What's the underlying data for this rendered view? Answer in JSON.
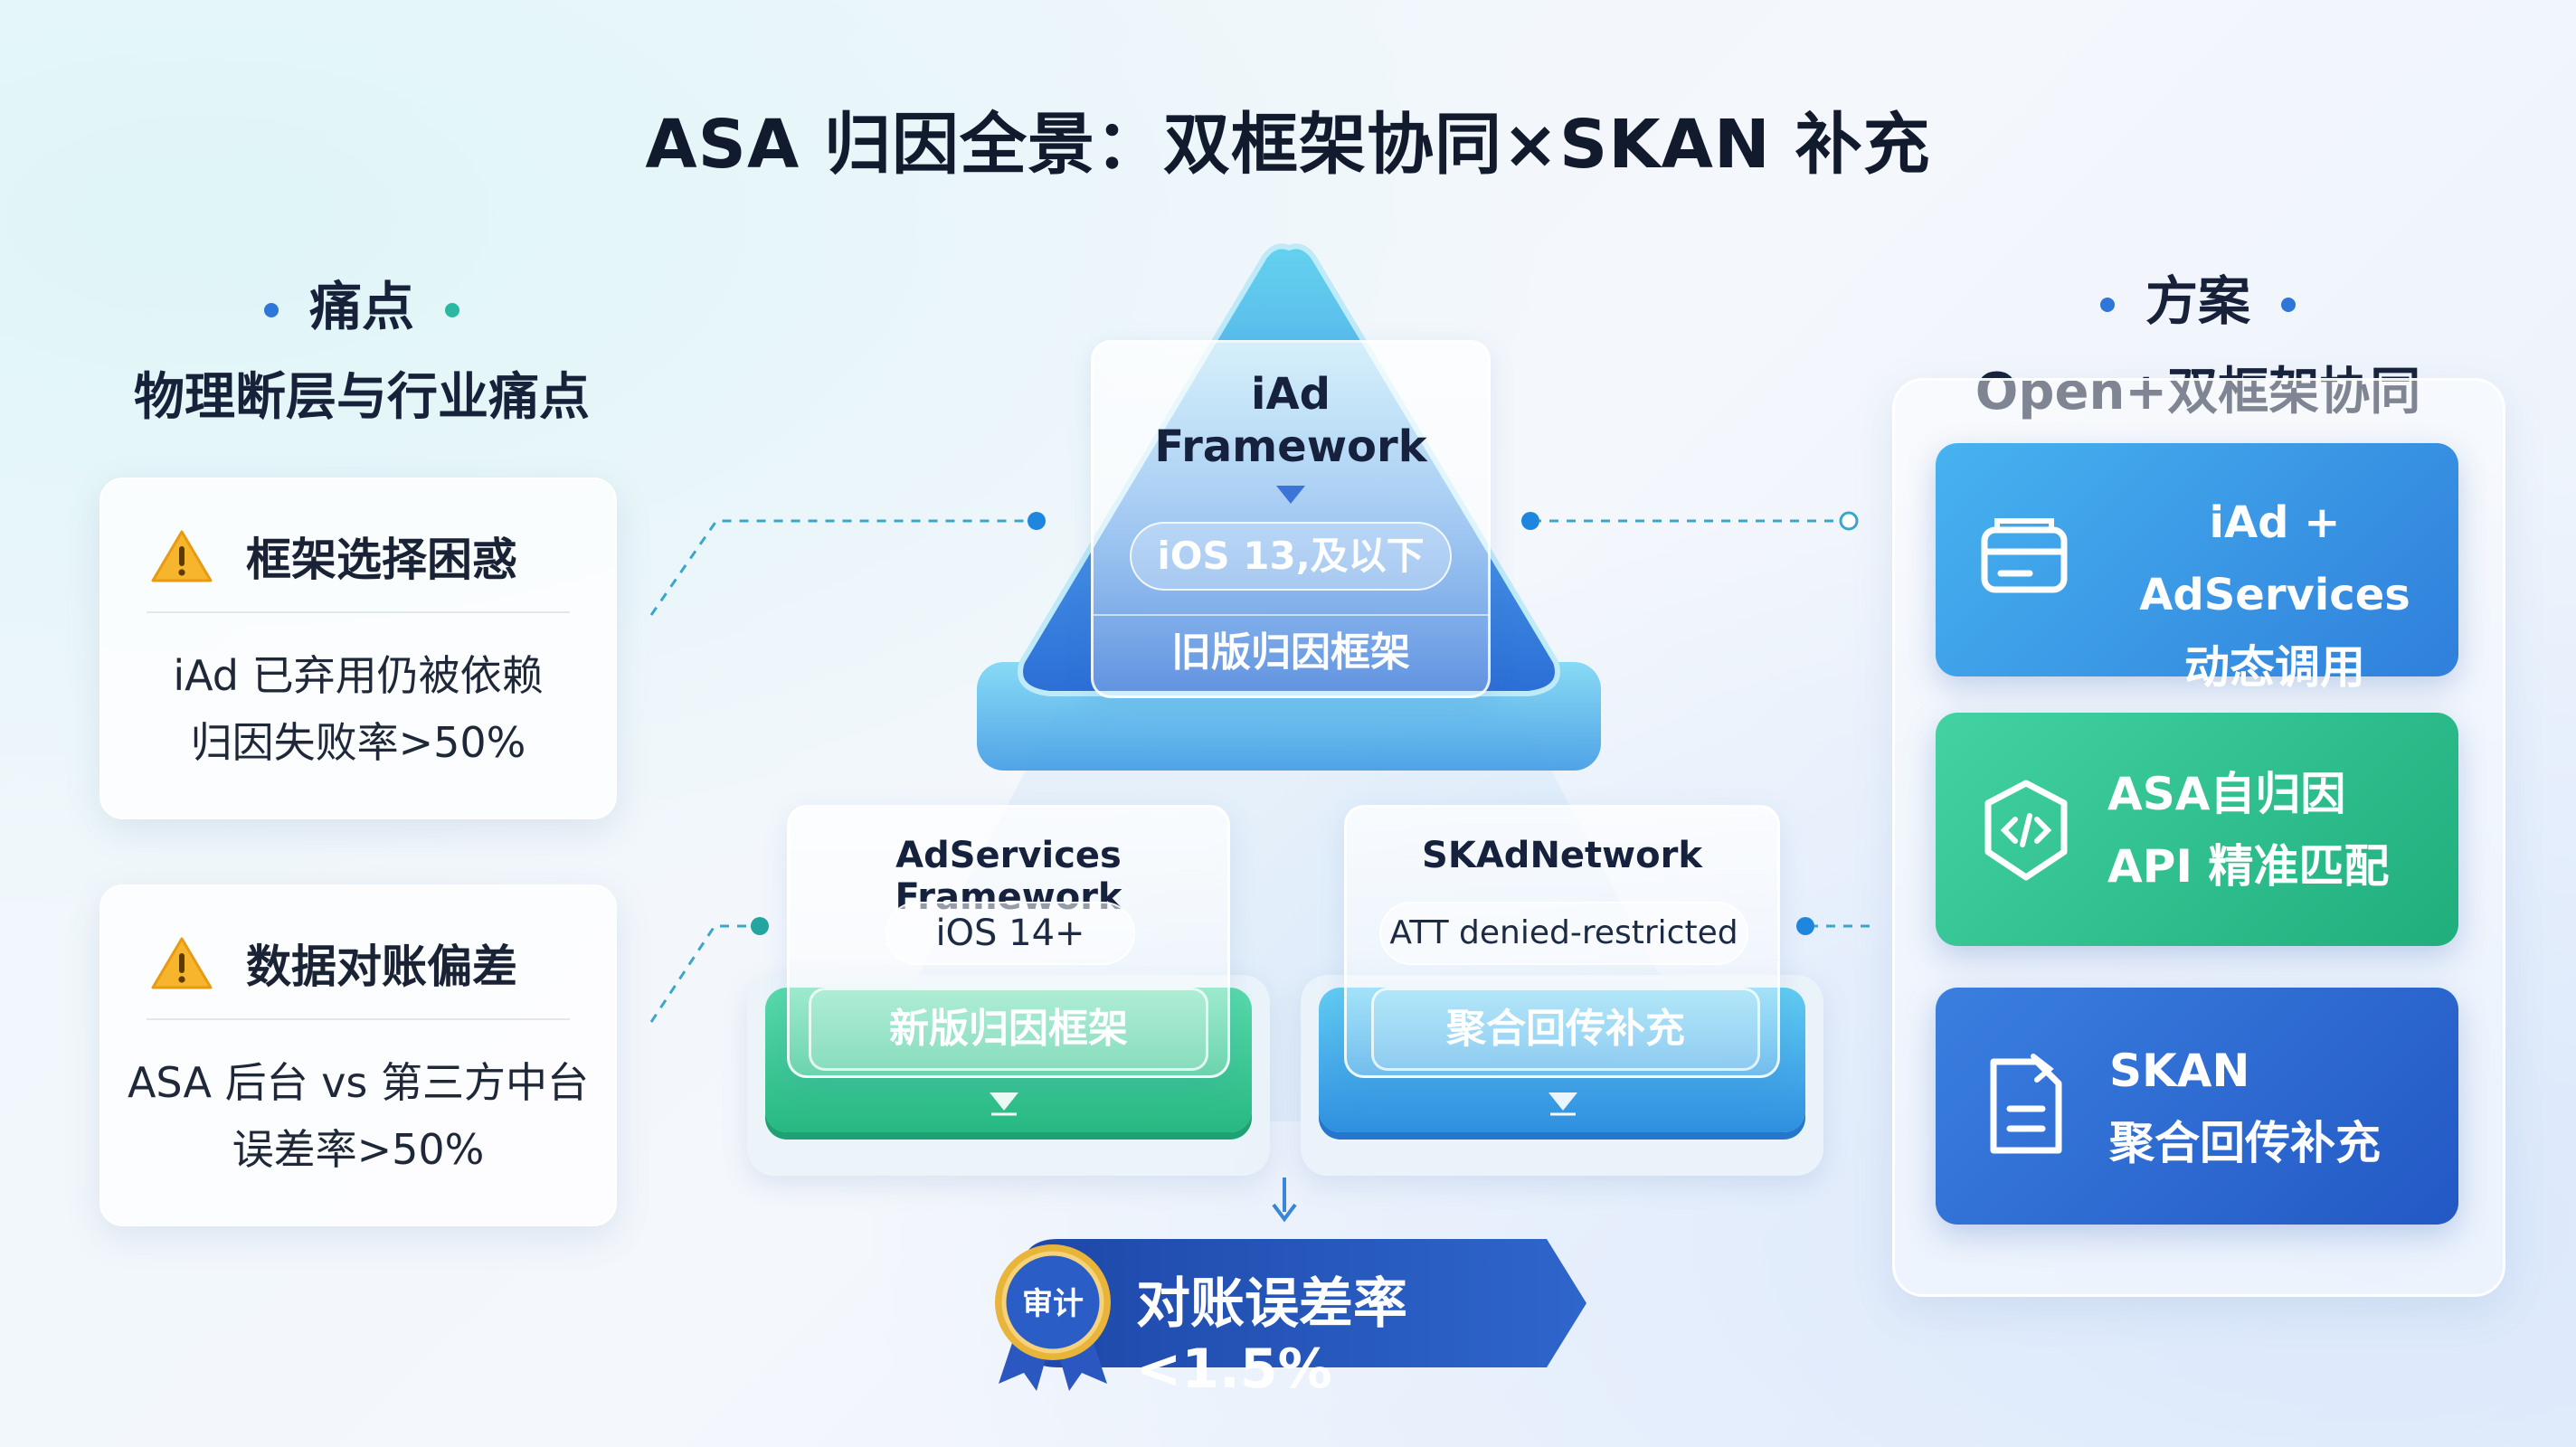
{
  "title": "ASA 归因全景：双框架协同×SKAN 补充",
  "left": {
    "heading": "痛点",
    "subheading": "物理断层与行业痛点",
    "cards": [
      {
        "title": "框架选择困惑",
        "line1": "iAd 已弃用仍被依赖",
        "line2": "归因失败率>50%"
      },
      {
        "title": "数据对账偏差",
        "line1": "ASA 后台 vs 第三方中台",
        "line2": "误差率>50%"
      }
    ]
  },
  "pyramid": {
    "top": {
      "name_line1": "iAd",
      "name_line2": "Framework",
      "version": "iOS 13,及以下",
      "label": "旧版归因框架"
    },
    "left": {
      "name": "AdServices Framework",
      "version": "iOS 14+",
      "label": "新版归因框架"
    },
    "right": {
      "name": "SKAdNetwork",
      "version": "ATT denied-restricted",
      "label": "聚合回传补充"
    }
  },
  "result": {
    "badge": "审计",
    "text": "对账误差率<1.5%"
  },
  "right": {
    "heading": "方案",
    "subheading": "Open+双框架协同",
    "solutions": [
      {
        "line1": "iAd + AdServices",
        "line2": "动态调用",
        "icon": "card-icon"
      },
      {
        "line1": "ASA自归因",
        "line2": "API 精准匹配",
        "icon": "shield-code-icon"
      },
      {
        "line1": "SKAN",
        "line2": "聚合回传补充",
        "icon": "document-icon"
      }
    ]
  },
  "colors": {
    "blue_dark": "#2f6fd6",
    "blue_light": "#43a6ea",
    "green": "#2fbf88",
    "navy_banner": "#1e4fb3",
    "dot_blue": "#2e77d8",
    "dot_teal": "#2bb8a0"
  }
}
